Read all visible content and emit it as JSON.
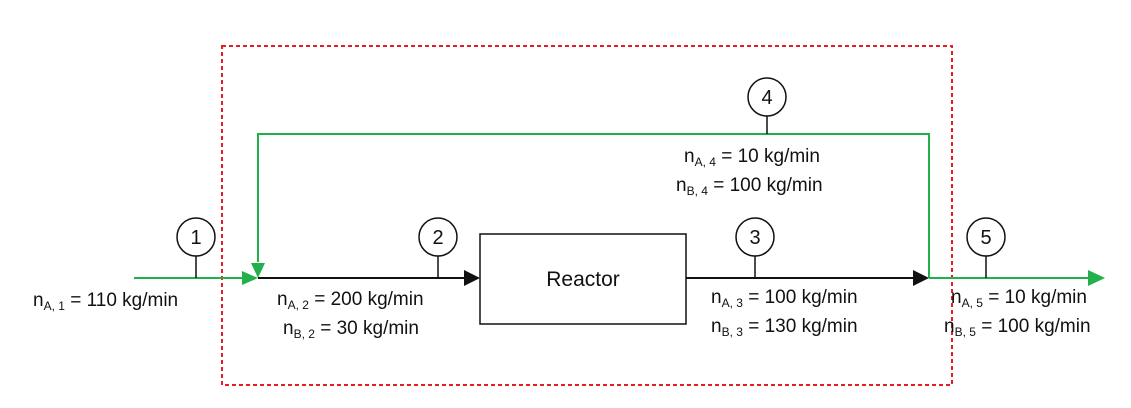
{
  "colors": {
    "recycle": "#22b04b",
    "process": "#111111",
    "boundary": "#e31e24"
  },
  "reactor": {
    "label": "Reactor"
  },
  "streams": [
    {
      "id": "1",
      "lines": [
        {
          "var": "n",
          "sub": "A, 1",
          "value": " = 110 kg/min"
        }
      ]
    },
    {
      "id": "2",
      "lines": [
        {
          "var": "n",
          "sub": "A, 2",
          "value": " = 200 kg/min"
        },
        {
          "var": "n",
          "sub": "B, 2",
          "value": " = 30 kg/min"
        }
      ]
    },
    {
      "id": "3",
      "lines": [
        {
          "var": "n",
          "sub": "A, 3",
          "value": " = 100 kg/min"
        },
        {
          "var": "n",
          "sub": "B, 3",
          "value": " = 130 kg/min"
        }
      ]
    },
    {
      "id": "4",
      "lines": [
        {
          "var": "n",
          "sub": "A, 4",
          "value": " = 10 kg/min"
        },
        {
          "var": "n",
          "sub": "B, 4",
          "value": " = 100 kg/min"
        }
      ]
    },
    {
      "id": "5",
      "lines": [
        {
          "var": "n",
          "sub": "A, 5",
          "value": " = 10 kg/min"
        },
        {
          "var": "n",
          "sub": "B, 5",
          "value": " = 100 kg/min"
        }
      ]
    }
  ]
}
